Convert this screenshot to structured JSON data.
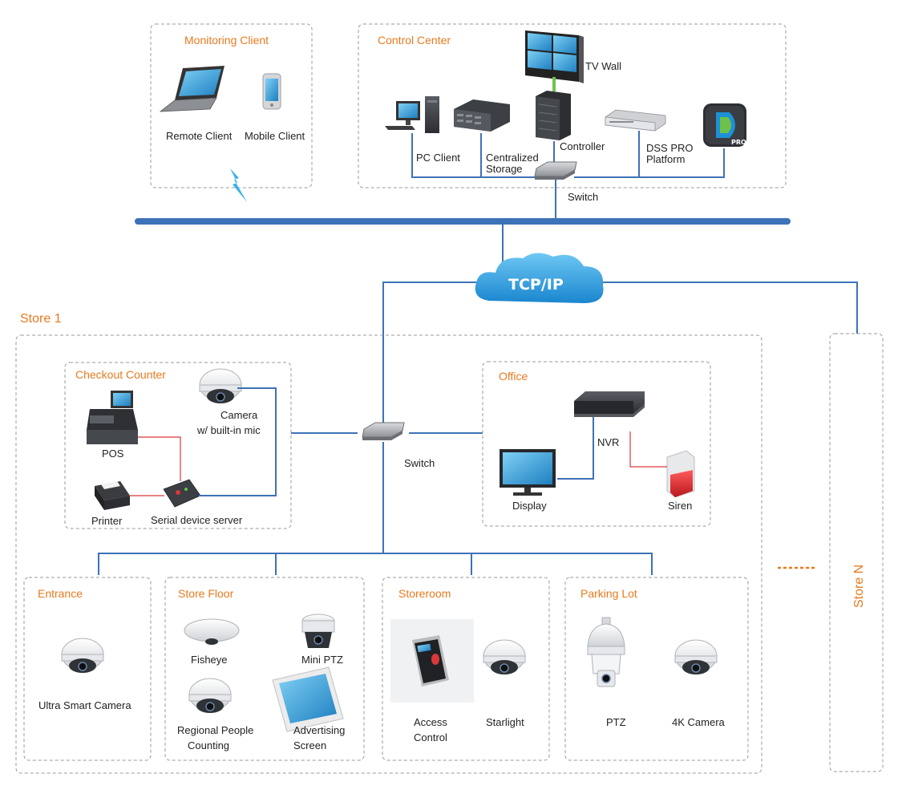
{
  "groups": {
    "monitoring_client": "Monitoring Client",
    "control_center": "Control Center",
    "store1": "Store 1",
    "checkout_counter": "Checkout Counter",
    "office": "Office",
    "entrance": "Entrance",
    "store_floor": "Store Floor",
    "storeroom": "Storeroom",
    "parking_lot": "Parking Lot",
    "store_n": "Store N"
  },
  "devices": {
    "remote_client": "Remote Client",
    "mobile_client": "Mobile Client",
    "tv_wall": "TV Wall",
    "pc_client": "PC Client",
    "centralized_storage_1": "Centralized",
    "centralized_storage_2": "Storage",
    "controller": "Controller",
    "dss_pro_1": "DSS PRO",
    "dss_pro_2": "Platform",
    "switch_top": "Switch",
    "network": "TCP/IP",
    "camera_mic_1": "Camera",
    "camera_mic_2": "w/ built-in mic",
    "pos": "POS",
    "printer": "Printer",
    "serial_device_server": "Serial device server",
    "switch_store": "Switch",
    "nvr": "NVR",
    "display": "Display",
    "siren": "Siren",
    "ultra_smart_camera": "Ultra Smart Camera",
    "fisheye": "Fisheye",
    "mini_ptz": "Mini PTZ",
    "regional_people_1": "Regional People",
    "regional_people_2": "Counting",
    "advertising_1": "Advertising",
    "advertising_2": "Screen",
    "access_control_1": "Access",
    "access_control_2": "Control",
    "starlight": "Starlight",
    "ptz": "PTZ",
    "camera_4k": "4K Camera",
    "dss_badge": "PRO"
  },
  "icons": [
    "laptop-icon",
    "phone-icon",
    "wireless-icon",
    "video-wall-icon",
    "pc-icon",
    "storage-icon",
    "controller-icon",
    "server-icon",
    "dss-app-icon",
    "switch-icon",
    "cloud-icon",
    "dome-camera-icon",
    "pos-icon",
    "printer-icon",
    "serial-server-icon",
    "nvr-icon",
    "monitor-icon",
    "siren-icon",
    "fisheye-icon",
    "ptz-icon",
    "tablet-icon",
    "access-control-icon"
  ],
  "colors": {
    "accent": "#e87a1e",
    "network": "#3d72b8",
    "alarm_link": "#d9383a",
    "video_link": "#6dc24a"
  }
}
